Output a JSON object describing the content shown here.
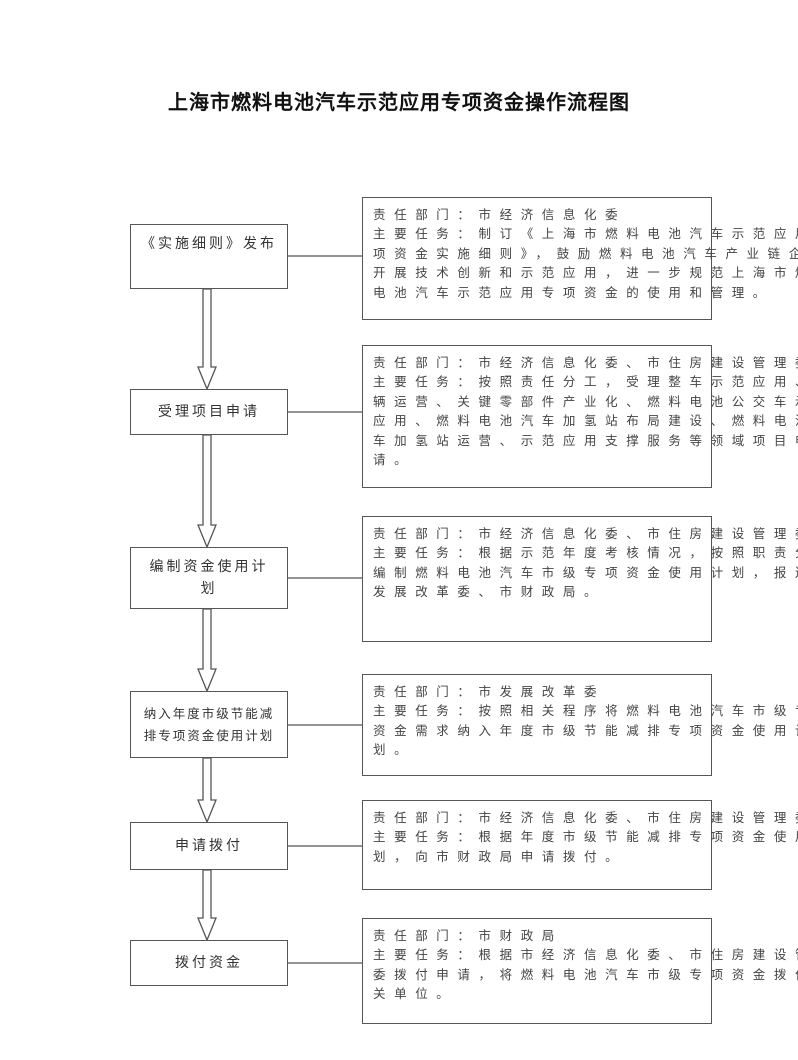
{
  "title": "上海市燃料电池汽车示范应用专项资金操作流程图",
  "steps": [
    {
      "label_lines": [
        "《实施细则》发布"
      ],
      "detail_lines": [
        "责任部门：市经济信息化委",
        "主要任务：制订《上海市燃料电池汽车示范应用专",
        "项资金实施细则》，鼓励燃料电池汽车产业链企业",
        "开展技术创新和示范应用，进一步规范上海市燃料",
        "电池汽车示范应用专项资金的使用和管理。"
      ]
    },
    {
      "label_lines": [
        "受理项目申请"
      ],
      "detail_lines": [
        "责任部门：市经济信息化委、市住房建设管理委",
        "主要任务：按照责任分工，受理整车示范应用、车",
        "辆运营、关键零部件产业化、燃料电池公交车示范",
        "应用、燃料电池汽车加氢站布局建设、燃料电池汽",
        "车加氢站运营、示范应用支撑服务等领域项目申",
        "请。"
      ]
    },
    {
      "label_lines": [
        "编制资金使用计",
        "划"
      ],
      "detail_lines": [
        "责任部门：市经济信息化委、市住房建设管理委",
        "主要任务：根据示范年度考核情况，按照职责分工",
        "编制燃料电池汽车市级专项资金使用计划，报送市",
        "发展改革委、市财政局。"
      ]
    },
    {
      "label_lines": [
        "纳入年度市级节能减",
        "排专项资金使用计划"
      ],
      "detail_lines": [
        "责任部门：市发展改革委",
        "主要任务：按照相关程序将燃料电池汽车市级专项",
        "资金需求纳入年度市级节能减排专项资金使用计",
        "划。"
      ]
    },
    {
      "label_lines": [
        "申请拨付"
      ],
      "detail_lines": [
        "责任部门：市经济信息化委、市住房建设管理委",
        "主要任务：根据年度市级节能减排专项资金使用计",
        "划，向市财政局申请拨付。"
      ]
    },
    {
      "label_lines": [
        "拨付资金"
      ],
      "detail_lines": [
        "责任部门：市财政局",
        "主要任务：根据市经济信息化委、市住房建设管理",
        "委拨付申请，将燃料电池汽车市级专项资金拨付相",
        "关单位。"
      ]
    }
  ]
}
